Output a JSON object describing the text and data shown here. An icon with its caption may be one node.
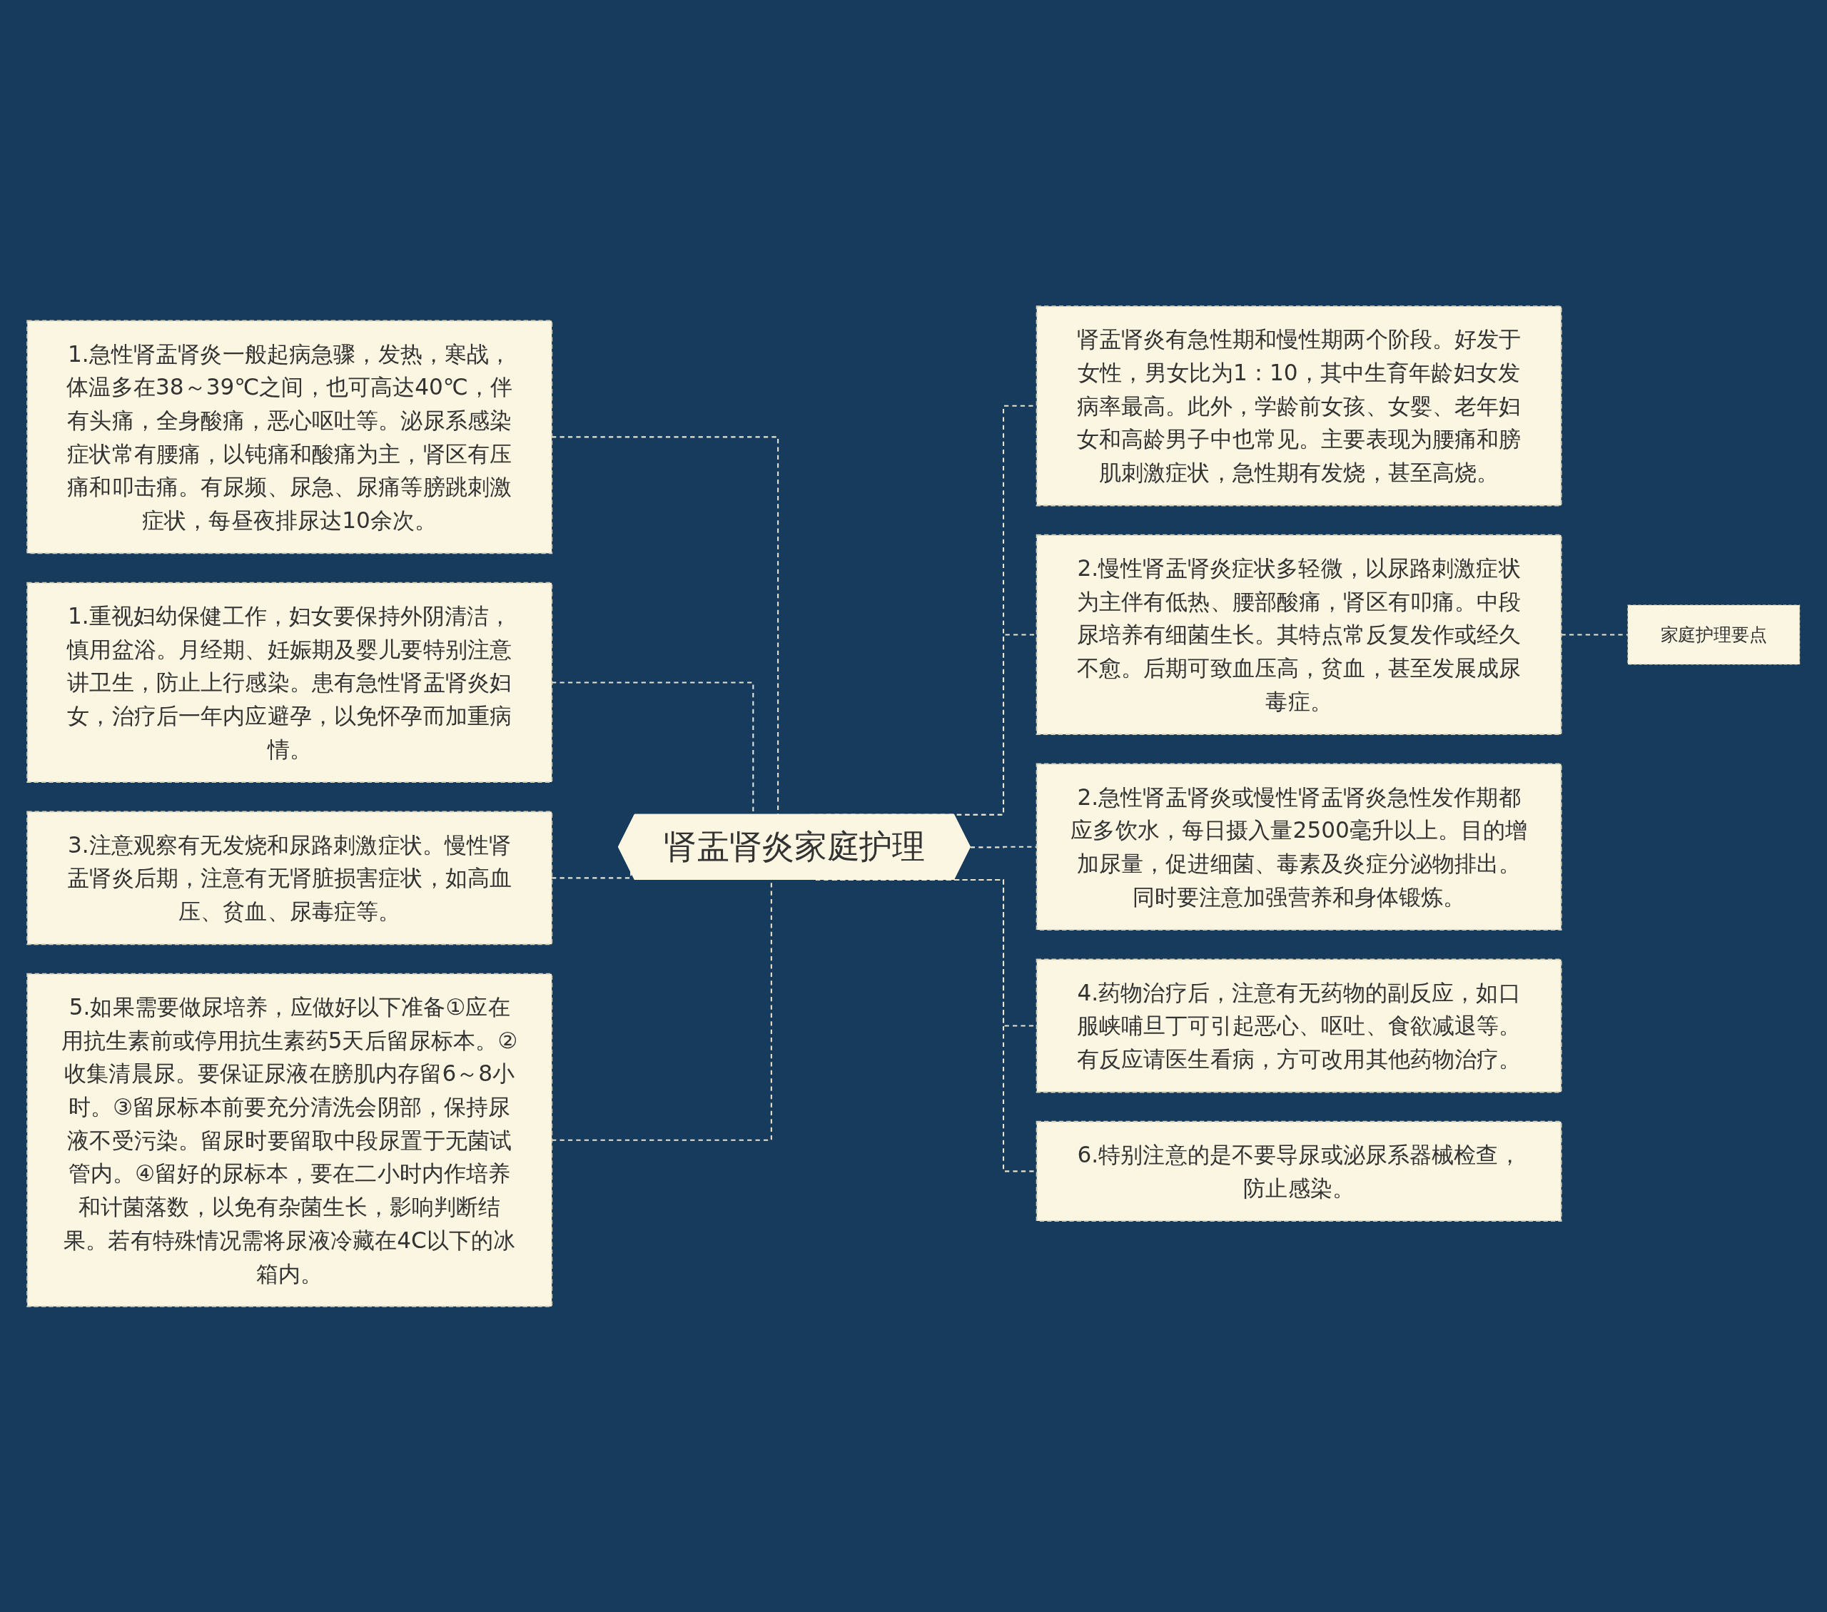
{
  "diagram": {
    "nodes": [
      {
        "text": [
          "肾盂肾炎家庭护理"
        ]
      },
      {
        "text": [
          "1.急性肾盂肾炎一般起病急骤，发热，寒战，体温多在38～39℃之间，也可高达40℃，伴有头痛，全身酸痛，恶心呕吐等。泌尿系感染症状常有腰痛，以钝痛和酸痛为主，肾区有压痛和叩击痛。有尿频、尿急、尿痛等膀跳刺激症状，每昼夜排尿达10余次。"
        ]
      },
      {
        "text": [
          "1.重视妇幼保健工作，妇女要保持外阴清洁，慎用盆浴。月经期、妊娠期及婴儿要特别注意讲卫生，防止上行感染。患有急性肾盂肾炎妇女，治疗后一年内应避孕，以免怀孕而加重病情。"
        ]
      },
      {
        "text": [
          "3.注意观察有无发烧和尿路刺激症状。慢性肾盂肾炎后期，注意有无肾脏损害症状，如高血压、贫血、尿毒症等。"
        ]
      },
      {
        "text": [
          "5.如果需要做尿培养，应做好以下准备①应在用抗生素前或停用抗生素药5天后留尿标本。②收集清晨尿。要保证尿液在膀肌内存留6～8小时。③留尿标本前要充分清洗会阴部，保持尿液不受污染。留尿时要留取中段尿置于无菌试管内。④留好的尿标本，要在二小时内作培养和计菌落数，以免有杂菌生长，影响判断结果。若有特殊情况需将尿液冷藏在4C以下的冰箱内。"
        ]
      },
      {
        "text": [
          "肾盂肾炎有急性期和慢性期两个阶段。好发于女性，男女比为1：10，其中生育年龄妇女发病率最高。此外，学龄前女孩、女婴、老年妇女和高龄男子中也常见。主要表现为腰痛和膀肌刺激症状，急性期有发烧，甚至高烧。"
        ]
      },
      {
        "text": [
          "2.慢性肾盂肾炎症状多轻微，以尿路刺激症状为主伴有低热、腰部酸痛，肾区有叩痛。中段尿培养有细菌生长。其特点常反复发作或经久不愈。后期可致血压高，贫血，甚至发展成尿毒症。"
        ]
      },
      {
        "text": [
          "2.急性肾盂肾炎或慢性肾盂肾炎急性发作期都应多饮水，每日摄入量2500毫升以上。目的增加尿量，促进细菌、毒素及炎症分泌物排出。同时要注意加强营养和身体锻炼。"
        ]
      },
      {
        "text": [
          "4.药物治疗后，注意有无药物的副反应，如口服峡哺旦丁可引起恶心、呕吐、食欲减退等。有反应请医生看病，方可改用其他药物治疗。"
        ]
      },
      {
        "text": [
          "6.特别注意的是不要导尿或泌尿系器械检查，防止感染。"
        ]
      },
      {
        "text": [
          "家庭护理要点"
        ]
      }
    ],
    "edges": [
      {
        "from": 0,
        "to": 1,
        "arrow": "none",
        "style": "dashed"
      },
      {
        "from": 0,
        "to": 2,
        "arrow": "none",
        "style": "dashed"
      },
      {
        "from": 0,
        "to": 3,
        "arrow": "none",
        "style": "dashed"
      },
      {
        "from": 0,
        "to": 4,
        "arrow": "none",
        "style": "dashed"
      },
      {
        "from": 0,
        "to": 5,
        "arrow": "none",
        "style": "dashed"
      },
      {
        "from": 0,
        "to": 6,
        "arrow": "none",
        "style": "dashed"
      },
      {
        "from": 0,
        "to": 7,
        "arrow": "none",
        "style": "dashed"
      },
      {
        "from": 0,
        "to": 8,
        "arrow": "none",
        "style": "dashed"
      },
      {
        "from": 0,
        "to": 9,
        "arrow": "none",
        "style": "dashed"
      },
      {
        "from": 6,
        "to": 10,
        "arrow": "none",
        "style": "dashed"
      }
    ]
  }
}
